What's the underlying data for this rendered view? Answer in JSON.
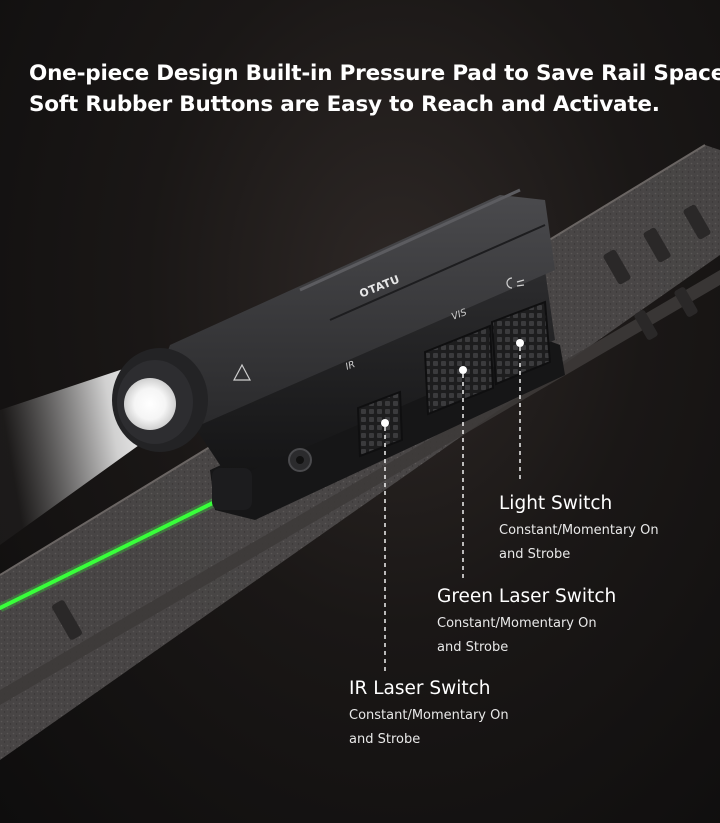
{
  "headline": {
    "line1": "One-piece Design Built-in Pressure Pad to Save Rail Space.",
    "line2": "Soft Rubber Buttons are Easy to Reach and Activate."
  },
  "product": {
    "brand": "OTATU",
    "button_labels": {
      "ir": "IR",
      "vis": "VIS"
    }
  },
  "callouts": [
    {
      "title": "Light Switch",
      "line1": "Constant/Momentary On",
      "line2": "and Strobe"
    },
    {
      "title": "Green Laser Switch",
      "line1": "Constant/Momentary On",
      "line2": "and Strobe"
    },
    {
      "title": "IR Laser Switch",
      "line1": "Constant/Momentary On",
      "line2": "and Strobe"
    }
  ],
  "colors": {
    "background": "#141211",
    "laser": "#39ff3a",
    "beam": "#ffffff",
    "text": "#ffffff"
  }
}
